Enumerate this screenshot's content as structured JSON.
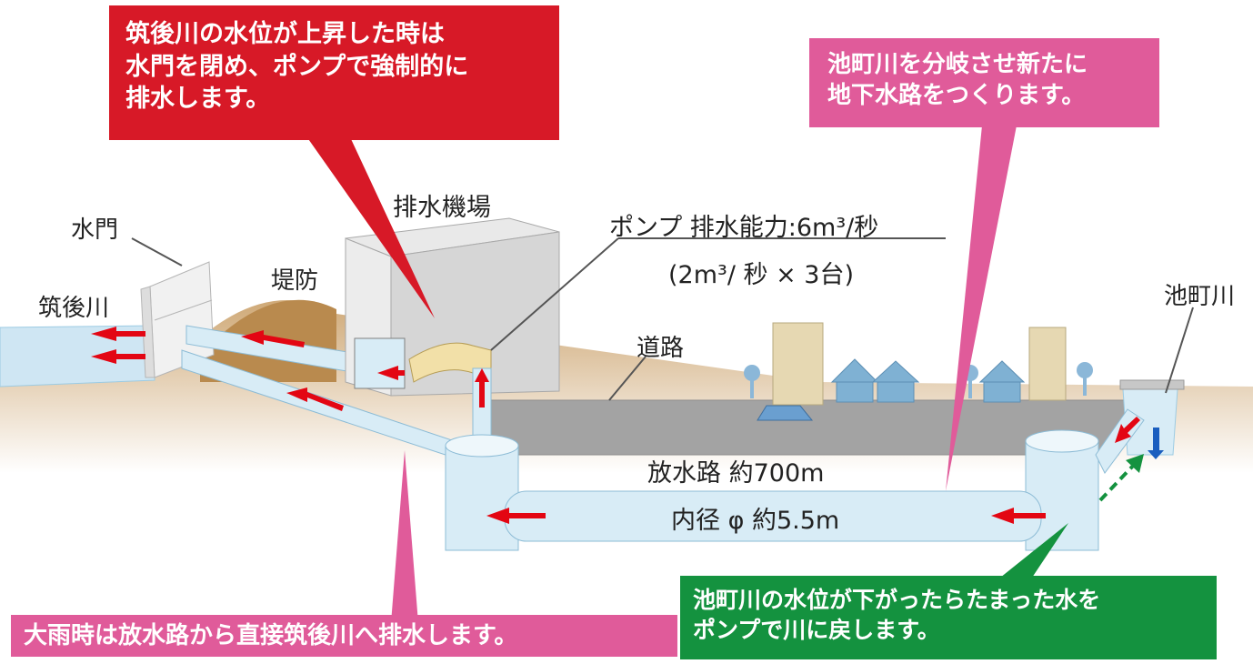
{
  "callouts": {
    "red": "筑後川の水位が上昇した時は\n水門を閉め、ポンプで強制的に\n排水します。",
    "pink_top": "池町川を分岐させ新たに\n地下水路をつくります。",
    "pink_bottom": "大雨時は放水路から直接筑後川へ排水します。",
    "green": "池町川の水位が下がったらたまった水を\nポンプで川に戻します。"
  },
  "labels": {
    "sluice_gate": "水門",
    "chikugo_river": "筑後川",
    "embankment": "堤防",
    "pump_station": "排水機場",
    "pump_capacity": "ポンプ 排水能力:6m³/秒",
    "pump_units": "(2m³/ 秒 × 3台)",
    "road": "道路",
    "ikemachi_river": "池町川",
    "channel_length": "放水路 約700m",
    "channel_diameter": "内径 φ 約5.5m"
  },
  "colors": {
    "red_box": "#d71927",
    "pink_box": "#e05b9a",
    "green_box": "#14923f",
    "water": "#cfe6f3",
    "ground": "#c9a36b",
    "road": "#9b9b9b",
    "flow_arrow": "#e30613"
  },
  "icons": [
    "flow-arrow-icon",
    "house-icon",
    "tree-icon",
    "car-icon",
    "building-icon"
  ]
}
